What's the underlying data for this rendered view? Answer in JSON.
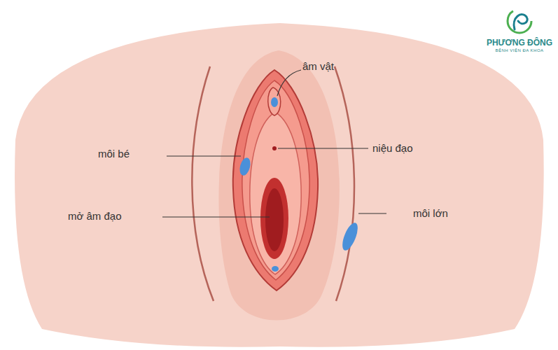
{
  "diagram": {
    "labels": [
      "âm vật",
      "niệu đạo",
      "môi bé",
      "mở âm đạo",
      "môi lớn",
      "PHƯƠNG ĐÔNG",
      "BỆNH VIỆN ĐA KHOA"
    ]
  }
}
